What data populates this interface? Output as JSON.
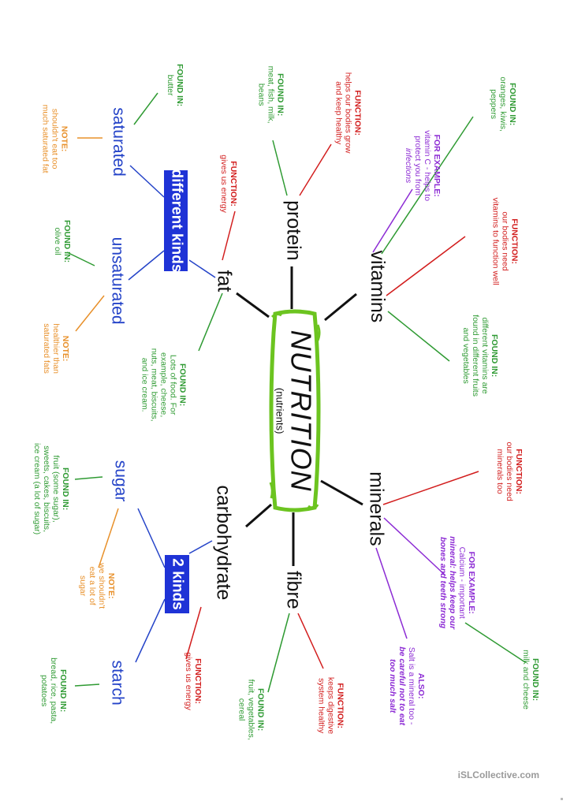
{
  "title": {
    "main": "NUTRITION",
    "sub": "(nutrients)"
  },
  "nodes": {
    "protein": "protein",
    "vitamins": "vitamins",
    "fat": "fat",
    "minerals": "minerals",
    "carbohydrate": "carbohydrate",
    "fibre": "fibre"
  },
  "groups": {
    "different_kinds": "different kinds",
    "two_kinds": "2 kinds"
  },
  "subnodes": {
    "saturated": "saturated",
    "unsaturated": "unsaturated",
    "sugar": "sugar",
    "starch": "starch"
  },
  "notes": {
    "saturated_found": {
      "heading": "FOUND IN:",
      "lines": [
        "butter"
      ]
    },
    "saturated_note": {
      "heading": "NOTE:",
      "lines": [
        "shouldn't eat too",
        "much saturated fat"
      ]
    },
    "unsaturated_found": {
      "heading": "FOUND IN:",
      "lines": [
        "olive oil"
      ]
    },
    "unsaturated_note": {
      "heading": "NOTE:",
      "lines": [
        "healthier than",
        "saturated fats"
      ]
    },
    "fat_found": {
      "heading": "FOUND IN:",
      "lines": [
        "Lots of food. For",
        "example, cheese,",
        "nuts, meat, biscuits,",
        "and ice cream."
      ]
    },
    "fat_function": {
      "heading": "FUNCTION:",
      "lines": [
        "gives us energy"
      ]
    },
    "protein_found": {
      "heading": "FOUND IN:",
      "lines": [
        "meat, fish, milk,",
        "beans"
      ]
    },
    "protein_function": {
      "heading": "FUNCTION:",
      "lines": [
        "helps our bodies grow",
        "and keep healthy"
      ]
    },
    "vitamins_found_top": {
      "heading": "FOUND IN:",
      "lines": [
        "oranges, kiwis,",
        "peppers"
      ]
    },
    "vitamins_example": {
      "heading": "FOR EXAMPLE:",
      "lines": [
        "vitamin C - helps to",
        "protect you from",
        "infections"
      ]
    },
    "vitamins_function": {
      "heading": "FUNCTION:",
      "lines": [
        "our bodies need",
        "vitamins to function well"
      ]
    },
    "vitamins_found": {
      "heading": "FOUND IN:",
      "lines": [
        "different vitamins are",
        "found in different fruits",
        "and vegetables"
      ]
    },
    "minerals_function": {
      "heading": "FUNCTION:",
      "lines": [
        "our bodies need",
        "minerals too"
      ]
    },
    "minerals_example": {
      "heading": "FOR EXAMPLE:",
      "lines": [
        "Calcium - important",
        "mineral: helps keep our",
        "bones and teeth strong"
      ]
    },
    "minerals_found": {
      "heading": "FOUND IN:",
      "lines": [
        "milk and cheese"
      ]
    },
    "minerals_also": {
      "heading": "ALSO:",
      "lines": [
        "Salt is a mineral too -",
        "be careful not to eat",
        "too much salt"
      ]
    },
    "sugar_found": {
      "heading": "FOUND IN:",
      "lines": [
        "fruit (some sugar),",
        "sweets, cakes, biscuits,",
        "ice cream (a lot of sugar)"
      ]
    },
    "sugar_note": {
      "heading": "NOTE:",
      "lines": [
        "we shouldn't",
        "eat a lot of",
        "sugar"
      ]
    },
    "carbs_function": {
      "heading": "FUNCTION:",
      "lines": [
        "gives us energy"
      ]
    },
    "fibre_found": {
      "heading": "FOUND IN:",
      "lines": [
        "fruit, vegetables,",
        "cereal"
      ]
    },
    "fibre_function": {
      "heading": "FUNCTION:",
      "lines": [
        "keeps digestive",
        "system healthy"
      ]
    },
    "starch_found": {
      "heading": "FOUND IN:",
      "lines": [
        "bread, rice, pasta,",
        "potatoes"
      ]
    }
  },
  "colors": {
    "green": "#2e9a32",
    "red": "#d21d1d",
    "purple": "#8c2bd4",
    "orange": "#e8902a",
    "blue": "#2443c8",
    "box_blue": "#1f33d6",
    "frame_green": "#6cc420"
  },
  "watermark": "iSLCollective.com"
}
